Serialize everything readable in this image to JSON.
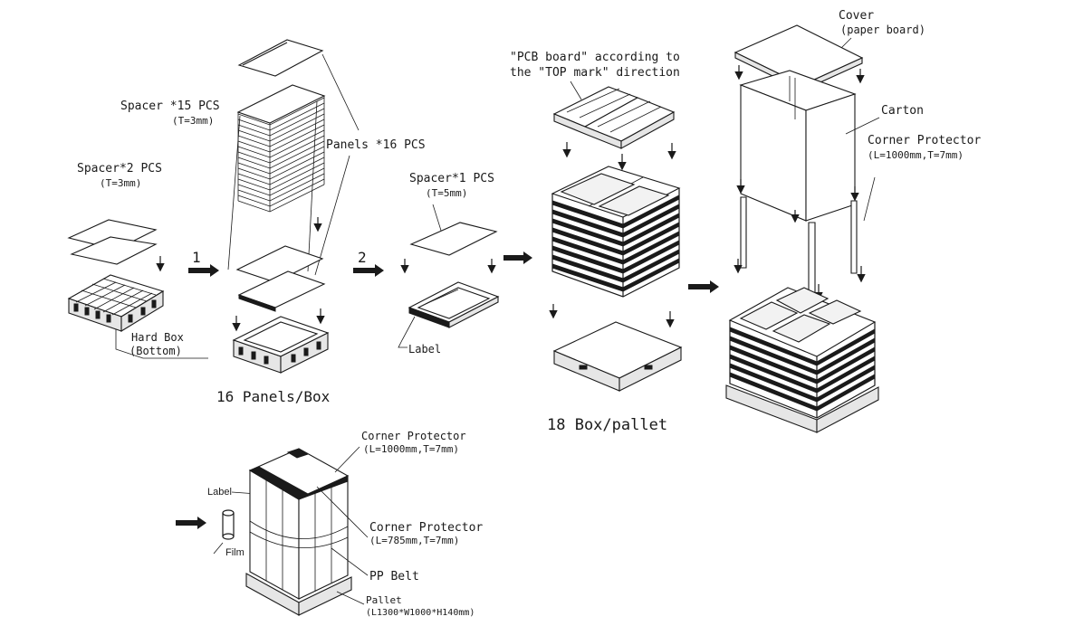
{
  "labels": {
    "spacer_2": "Spacer*2 PCS",
    "spacer_2_t": "(T=3mm)",
    "hard_box": "Hard Box",
    "hard_box_sub": "(Bottom)",
    "step_1": "1",
    "spacer_15": "Spacer *15 PCS",
    "spacer_15_t": "(T=3mm)",
    "panels_16": "Panels *16 PCS",
    "panels_per_box": "16 Panels/Box",
    "step_2": "2",
    "spacer_1": "Spacer*1 PCS",
    "spacer_1_t": "(T=5mm)",
    "label_box": "Label",
    "pcb_note_1": "\"PCB board\" according to",
    "pcb_note_2": "the \"TOP mark\" direction",
    "box_per_pallet": "18 Box/pallet",
    "cover": "Cover",
    "cover_sub": "(paper board)",
    "carton": "Carton",
    "corner_protector": "Corner Protector",
    "corner_protector_dim": "(L=1000mm,T=7mm)",
    "bottom_corner_protector": "Corner Protector",
    "bottom_corner_protector_dim": "(L=1000mm,T=7mm)",
    "bottom_label": "Label",
    "film": "Film",
    "corner_protector_2": "Corner Protector",
    "corner_protector_2_dim": "(L=785mm,T=7mm)",
    "pp_belt": "PP Belt",
    "pallet": "Pallet",
    "pallet_dim": "(L1300*W1000*H140mm)"
  }
}
